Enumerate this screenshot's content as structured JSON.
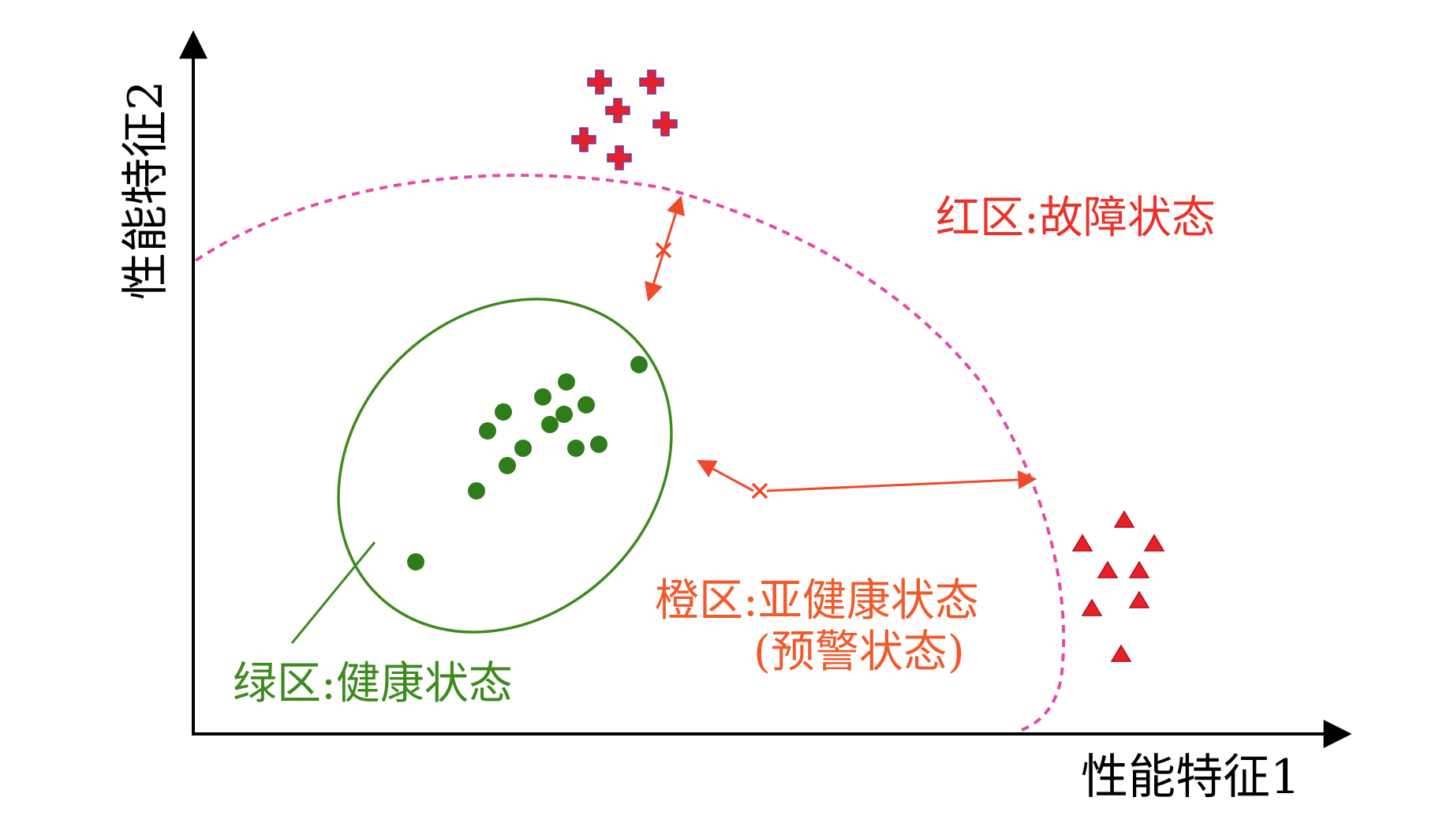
{
  "axes": {
    "x_label": "性能特征1",
    "y_label": "性能特征2"
  },
  "zones": {
    "red": {
      "label": "红区:故障状态",
      "color": "#e8332a"
    },
    "orange": {
      "label_line1": "橙区:亚健康状态",
      "label_line2": "(预警状态)",
      "color": "#f15a2b"
    },
    "green": {
      "label": "绿区:健康状态",
      "color": "#3d8a1f"
    }
  },
  "colors": {
    "boundary": "#e64aa6",
    "ellipse": "#3d8a1f",
    "healthy_point": "#2f7d1a",
    "fault_cross": "#e8202a",
    "fault_triangle": "#e8202a",
    "arrow": "#f0492b",
    "axis": "#000000"
  },
  "icons": {
    "healthy": "filled-circle",
    "fault_top": "red-cross-marker",
    "fault_right": "red-triangle-marker",
    "distance": "double-arrow-with-x"
  }
}
